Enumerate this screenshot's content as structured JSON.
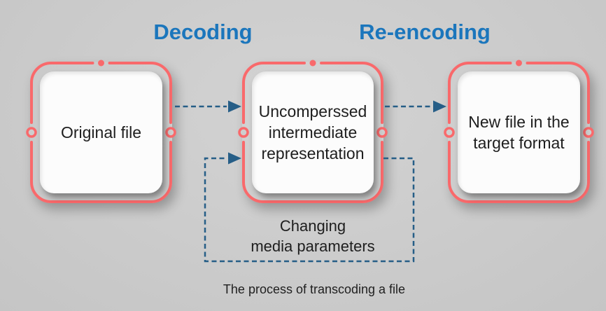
{
  "stage_labels": [
    {
      "label": "Decoding"
    },
    {
      "label": "Re-encoding"
    }
  ],
  "boxes": [
    {
      "label": "Original file"
    },
    {
      "label": "Uncomperssed\nintermediate\nrepresentation"
    },
    {
      "label": "New file in the\ntarget format"
    }
  ],
  "loop": {
    "label": "Changing\nmedia parameters"
  },
  "caption": "The process of transcoding a file",
  "colors": {
    "frame": "#f9696b",
    "title_blue": "#1b76bc",
    "arrow_blue": "#265e87",
    "box_text": "#1e1e1e",
    "ring_fill": "#cecece",
    "bg_light": "#d3d3d3",
    "bg_dark": "#c5c5c5"
  }
}
